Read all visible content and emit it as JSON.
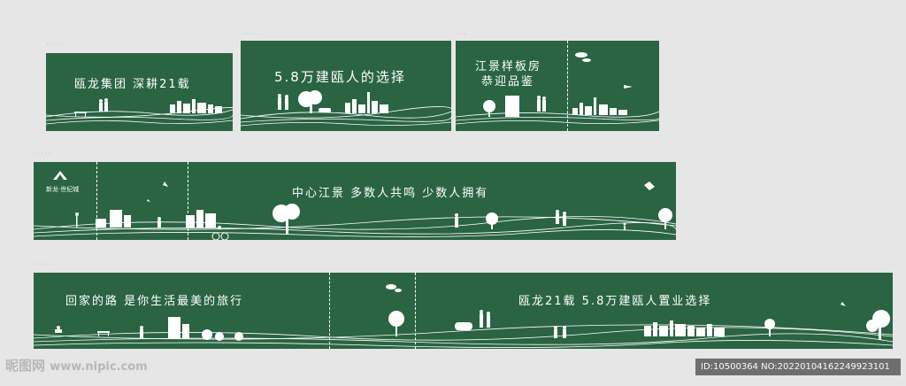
{
  "panels": {
    "p1": {
      "slogan": "瓯龙集团  深耕21载"
    },
    "p2": {
      "slogan": "5.8万建瓯人的选择"
    },
    "p3": {
      "line1": "江景样板房",
      "line2": "恭迎品鉴"
    },
    "p4": {
      "brand": "新龙·世纪城",
      "slogan": "中心江景   多数人共鸣   少数人拥有"
    },
    "p5": {
      "slogan_left": "回家的路   是你生活最美的旅行",
      "slogan_right": "瓯龙21载    5.8万建瓯人置业选择"
    }
  },
  "watermark": {
    "site": "昵图网",
    "url": "www.nipic.com"
  },
  "id_bar": "ID:10500364 NO:20220104162249923101",
  "colors": {
    "panel": "#2a6443",
    "background": "#e6e6e6",
    "ink": "#ffffff"
  }
}
